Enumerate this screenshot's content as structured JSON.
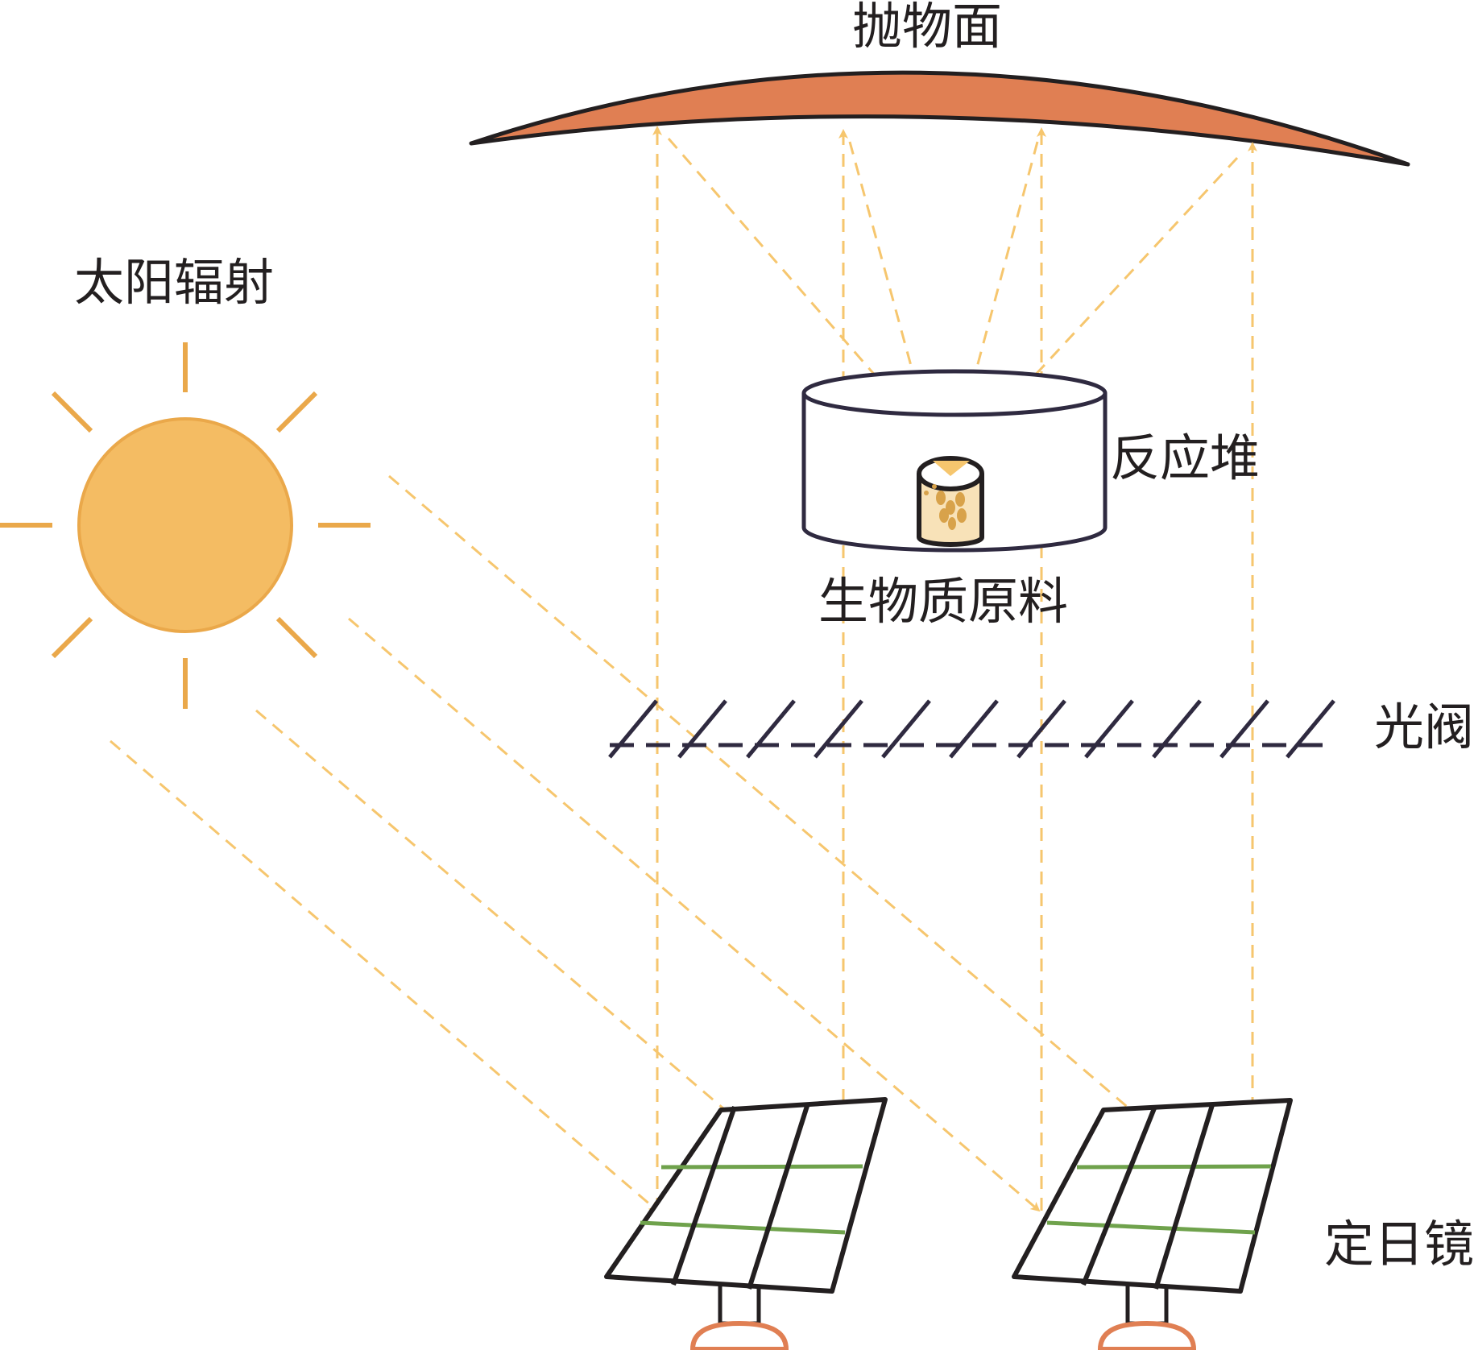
{
  "labels": {
    "paraboloid": "抛物面",
    "solar_radiation": "太阳辐射",
    "reactor": "反应堆",
    "biomass": "生物质原料",
    "light_valve": "光阀",
    "heliostat": "定日镜"
  },
  "colors": {
    "sun_fill": "#f4bc63",
    "sun_stroke": "#eaa84a",
    "ray": "#f6c66e",
    "paraboloid_fill": "#e07f53",
    "outline": "#231f20",
    "reactor_stroke": "#2f2a40",
    "panel_grid": "#6fa24c",
    "base_stroke": "#e07f53"
  }
}
